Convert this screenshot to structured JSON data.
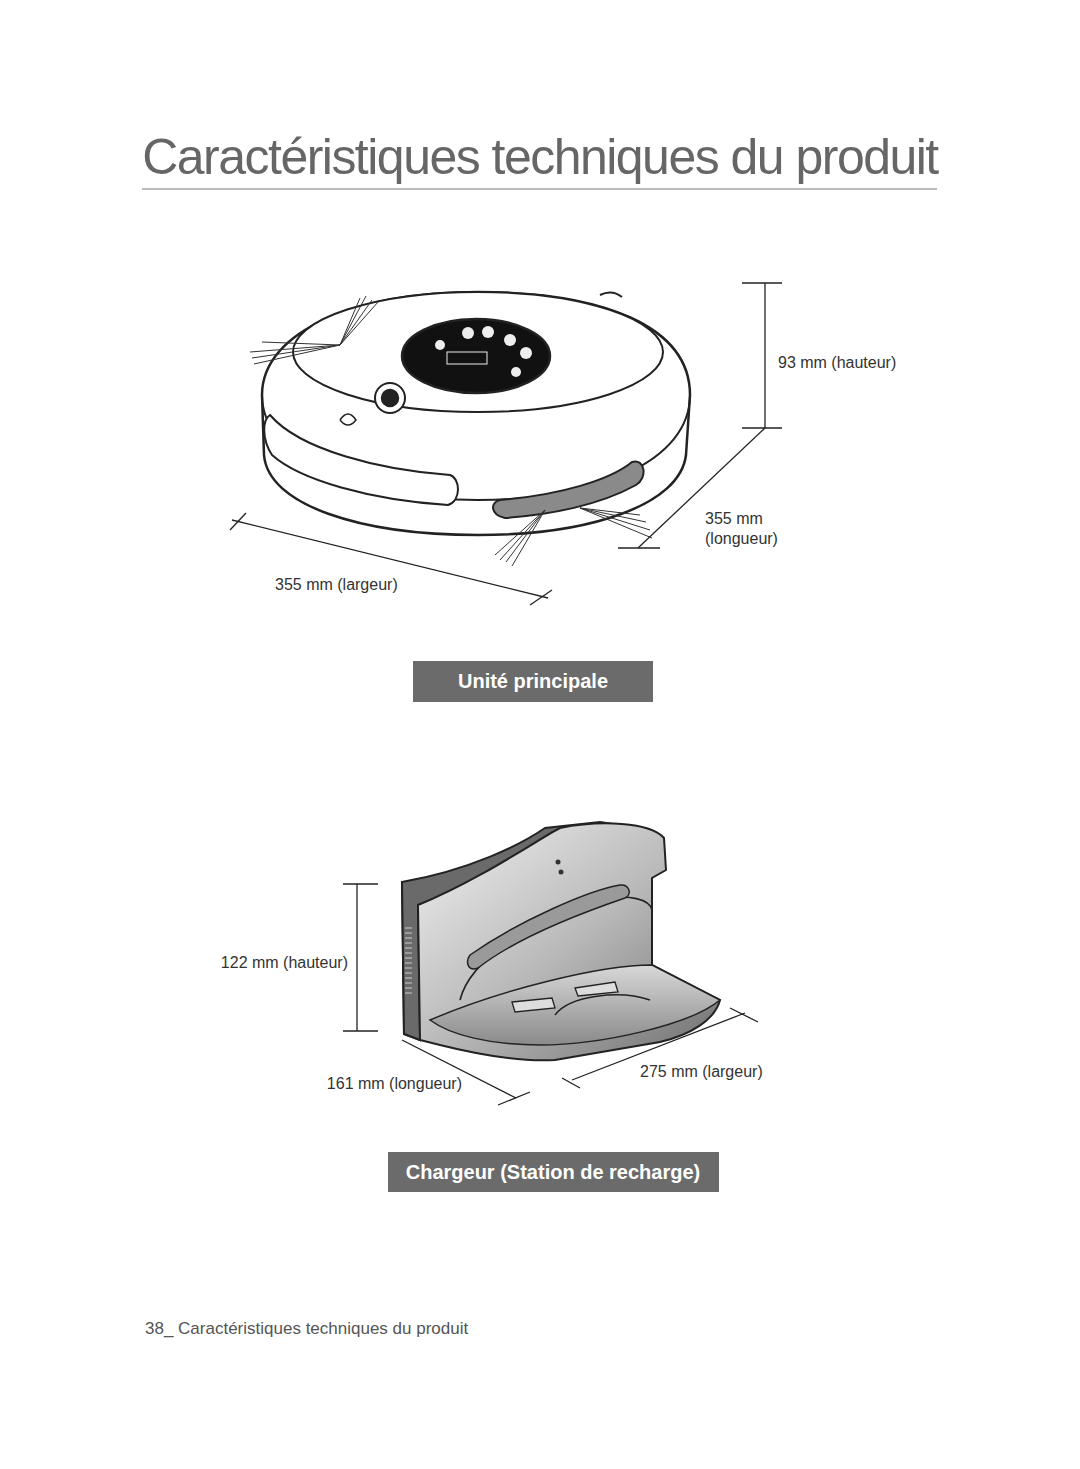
{
  "diagram": {
    "title": "Caractéristiques techniques du produit",
    "nodes": [
      {
        "text": [
          "Unité principale"
        ]
      },
      {
        "text": [
          "Chargeur (Station de recharge)"
        ]
      }
    ],
    "labels": [
      "93 mm (hauteur)",
      "355 mm (longueur)",
      "355 mm (largeur)",
      "122 mm (hauteur)",
      "161 mm (longueur)",
      "275 mm (largeur)",
      "38_ Caractéristiques techniques du produit"
    ]
  }
}
